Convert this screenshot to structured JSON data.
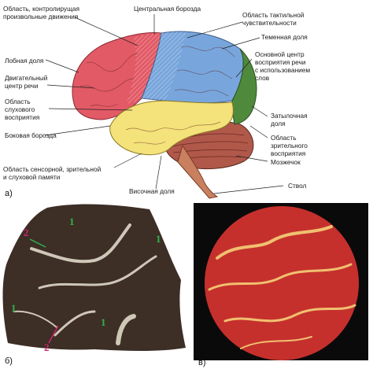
{
  "panel_a": {
    "letter": "а)",
    "labels": {
      "motor_area": "Область, контролирущая\nпроизвольные движения",
      "central_sulcus": "Центральная борозда",
      "tactile_area": "Область тактильной\nчувствительности",
      "frontal_lobe": "Лобная доля",
      "speech_motor": "Двигательный\nцентр речи",
      "parietal_lobe": "Теменная доля",
      "written_speech": "Основной центр\nвосприятия речи\nс использованием\nслов",
      "auditory_area": "Область\nслухового\nвосприятия",
      "lateral_sulcus": "Боковая борозда",
      "occipital_lobe": "Затылочная\nдоля",
      "visual_area": "Область\nзрительного\nвосприятия",
      "cerebellum": "Мозжечок",
      "memory_area": "Область сенсорной, зрительной\nи слуховой памяти",
      "temporal_lobe": "Височная доля",
      "brainstem": "Ствол"
    },
    "colors": {
      "frontal": "#e25a66",
      "parietal": "#78a6dc",
      "temporal": "#f4e27a",
      "occipital": "#4f8a3c",
      "cerebellum": "#b0584a",
      "brainstem": "#c9805f"
    }
  },
  "panel_b": {
    "letter": "б)",
    "markers": [
      "1",
      "1",
      "1",
      "1",
      "2",
      "2"
    ],
    "colors": {
      "tissue": "#3d2e26",
      "white_matter": "#cfc7b8",
      "marker_1": "#2fb34a",
      "marker_2": "#d2246d"
    }
  },
  "panel_c": {
    "letter": "в)",
    "colors": {
      "background": "#0b0a0a",
      "tissue": "#c5302d",
      "bright": "#f0c070"
    }
  }
}
